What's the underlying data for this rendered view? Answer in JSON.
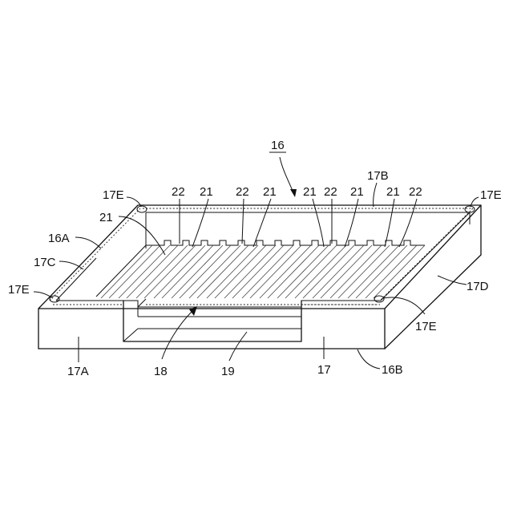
{
  "figure": {
    "ref": "16",
    "labels": {
      "l_17B": "17B",
      "l_17E_tl": "17E",
      "l_17E_tr": "17E",
      "l_17E_l": "17E",
      "l_17E_br": "17E",
      "l_22_1": "22",
      "l_21_1": "21",
      "l_22_2": "22",
      "l_21_2": "21",
      "l_21_3": "21",
      "l_22_3": "22",
      "l_21_4": "21",
      "l_21_5": "21",
      "l_22_4": "22",
      "l_21_left": "21",
      "l_16A": "16A",
      "l_17C": "17C",
      "l_17D": "17D",
      "l_17A": "17A",
      "l_18": "18",
      "l_19": "19",
      "l_17": "17",
      "l_16B": "16B"
    }
  }
}
